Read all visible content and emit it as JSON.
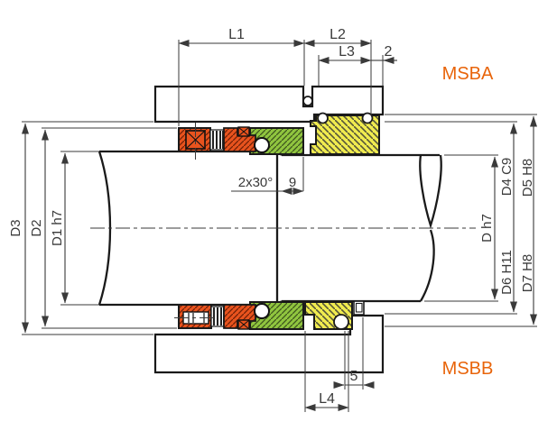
{
  "drawing": {
    "kind": "mechanical-seal-cross-section",
    "model_top": "MSBA",
    "model_bottom": "MSBB"
  },
  "dims": {
    "l1": "L1",
    "l2": "L2",
    "l3": "L3",
    "two": "2",
    "chamfer": "2x30°",
    "nine": "9",
    "d3": "D3",
    "d2": "D2",
    "d1": "D1 h7",
    "d": "D h7",
    "d4": "D4 C9",
    "d5": "D5 H8",
    "d6": "D6 H11",
    "d7": "D7 H8",
    "five": "5",
    "l4": "L4"
  },
  "colors": {
    "housing": "#7CCEDC",
    "gland": "#F0EB4F",
    "seat": "#90C53F",
    "collar": "#E8531E",
    "model_label": "#E8640A",
    "outline": "#1A1A1A",
    "dimension": "#3A3A3A"
  },
  "icons": {
    "oring": "circle",
    "set_screw": "crossed-square"
  }
}
